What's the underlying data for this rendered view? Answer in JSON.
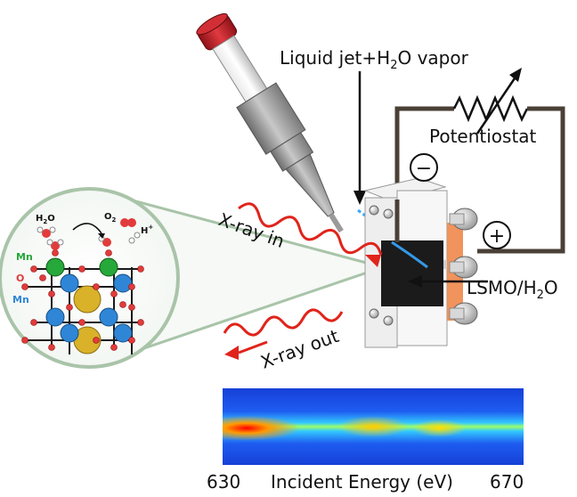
{
  "labels": {
    "liquid_jet": "Liquid jet+H",
    "liquid_jet_sub": "2",
    "liquid_jet_tail": "O vapor",
    "potentiostat": "Potentiostat",
    "minus": "−",
    "plus": "+",
    "xray_in": "X-ray in",
    "xray_out": "X-ray out",
    "lsmo": "LSMO/H",
    "lsmo_sub": "2",
    "lsmo_tail": "O"
  },
  "inset": {
    "h2o": "H",
    "h2o_sub": "2",
    "h2o_tail": "O",
    "o2": "O",
    "o2_sub": "2",
    "hplus": "H",
    "hplus_sup": "+",
    "mn_top": "Mn",
    "o": "O",
    "mn_bottom": "Mn"
  },
  "spectrum": {
    "xmin_label": "630",
    "xmax_label": "670",
    "xlabel": "Incident Energy (eV)"
  },
  "colors": {
    "wire": "#4a4036",
    "xray": "#e0241b",
    "cap": "#c4222a",
    "mn_green": "#27a83a",
    "mn_blue": "#2f86d6",
    "o_red": "#e23b3b",
    "la_yellow": "#d9b22a",
    "contact": "#f0874a"
  }
}
